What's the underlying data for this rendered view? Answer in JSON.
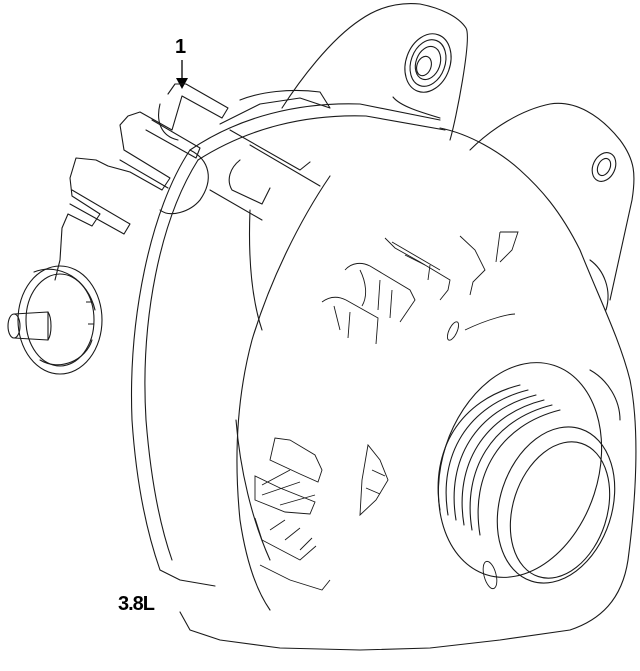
{
  "diagram": {
    "subject": "alternator-assembly",
    "callouts": [
      {
        "number": "1",
        "target": "alternator"
      }
    ],
    "variant_label": "3.8L",
    "colors": {
      "line": "#1a1a1a",
      "background": "#ffffff",
      "text": "#000000"
    }
  }
}
